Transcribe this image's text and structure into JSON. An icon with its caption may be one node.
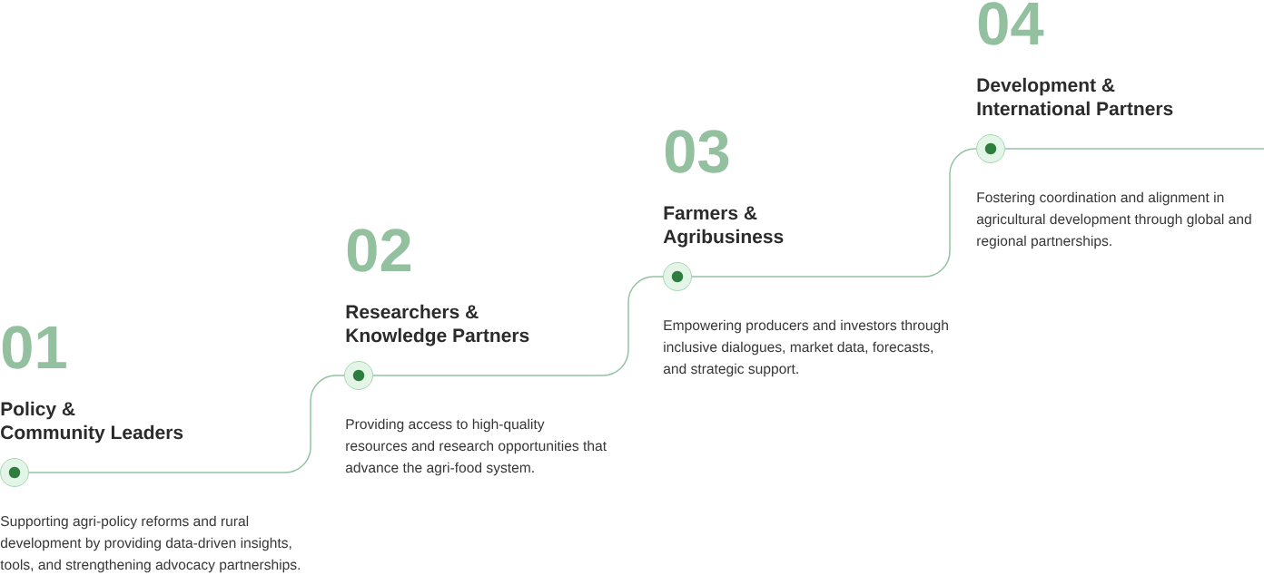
{
  "diagram": {
    "nodes": [
      {
        "text": [],
        "shape": "circle",
        "beside": [
          "01",
          "Policy & Community Leaders",
          "Supporting agri-policy reforms and rural development by providing data-driven insights, tools, and strengthening advocacy partnerships."
        ]
      },
      {
        "text": [],
        "shape": "circle",
        "beside": [
          "02",
          "Researchers & Knowledge Partners",
          "Providing access to high-quality resources and research opportunities that advance the agri-food system."
        ]
      },
      {
        "text": [],
        "shape": "circle",
        "beside": [
          "03",
          "Farmers & Agribusiness",
          "Empowering producers and investors through inclusive dialogues, market data, forecasts, and strategic support."
        ]
      },
      {
        "text": [],
        "shape": "circle",
        "beside": [
          "04",
          "Development & International Partners",
          "Fostering coordination and alignment in agricultural development through global and regional partnerships."
        ]
      }
    ],
    "edges": [
      {
        "from": 0,
        "to": 1,
        "arrow": "none"
      },
      {
        "from": 1,
        "to": 2,
        "arrow": "none"
      },
      {
        "from": 2,
        "to": 3,
        "arrow": "none"
      },
      {
        "from": 3,
        "to": null,
        "arrow": "none"
      }
    ]
  }
}
